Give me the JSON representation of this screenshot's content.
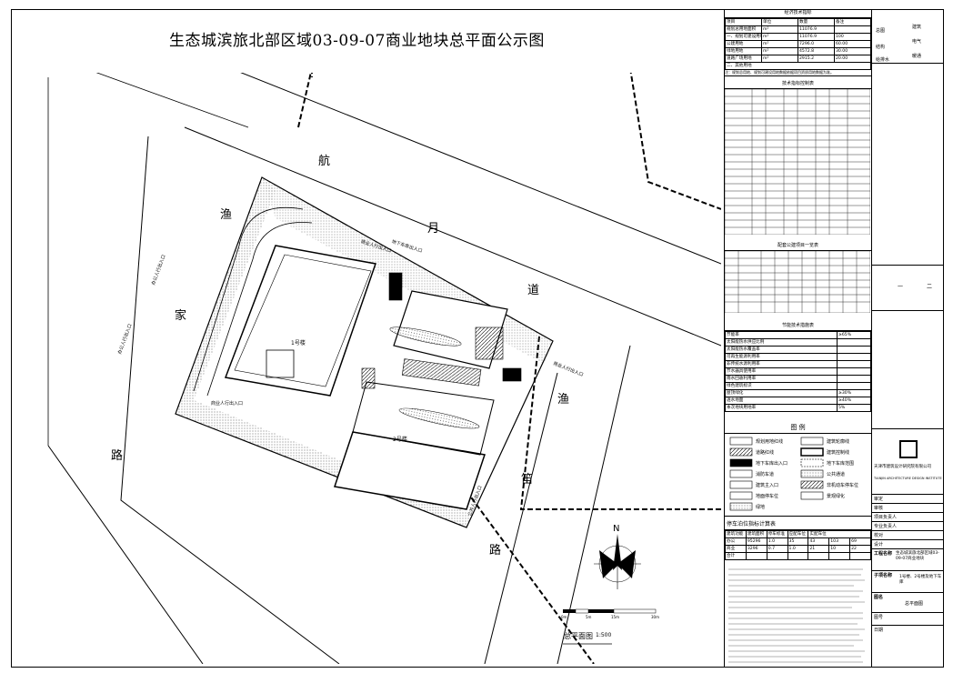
{
  "title": "生态城滨旅北部区域03-09-07商业地块总平面公示图",
  "plan": {
    "roads": [
      "航",
      "月",
      "道",
      "渔",
      "家",
      "路",
      "渔",
      "笛",
      "路"
    ],
    "building_1": "1号楼",
    "building_2": "2号楼",
    "scale_label": "总平面图",
    "scale_ratio": "1:500",
    "north": "N",
    "scale_ticks": [
      "0m",
      "5m",
      "15m",
      "30m"
    ],
    "labels": {
      "entrance_1": "办公人行出入口",
      "entrance_2": "办公人行出入口",
      "entrance_3": "商业人行出入口",
      "entrance_4": "商业人行出入口",
      "entrance_5": "公共人行出入口",
      "entrance_6": "商业人行出入口",
      "vehicle": "地下车库出入口"
    }
  },
  "econ": {
    "title": "经济技术指标",
    "header": [
      "项目",
      "单位",
      "数量",
      "备注"
    ],
    "rows": [
      [
        "规划总用地面积",
        "m²",
        "11076.9",
        ""
      ],
      [
        "一、规划可建设用地(ΣZ)",
        "m²",
        "11076.9",
        "100"
      ],
      [
        "其中",
        "公建用地",
        "m²",
        "7296.0",
        "60.00"
      ],
      [
        "",
        "绿地用地",
        "m²",
        "4572.8",
        "30.00"
      ],
      [
        "",
        "道路广场用地",
        "m²",
        "2915.2",
        "20.00"
      ],
      [
        "二、其他用地",
        "",
        "",
        ""
      ]
    ],
    "note": "注：规划总用地、规划可建设用地数据依据项目资质用地数据为准。"
  },
  "tech": {
    "title": "技术指标控制表"
  },
  "parking": {
    "title": "配套公建项目一览表"
  },
  "energy": {
    "title": "节能技术措施表",
    "rows": [
      "节能率",
      "太阳能热水供应比例",
      "太阳能热水覆盖率",
      "可再生能源利用率",
      "非传统水源利用率",
      "节水器具使用率",
      "雨水回收利用率",
      "绿色建筑标识",
      "屋顶绿化",
      "透水地面",
      "本次地块用地率"
    ],
    "values": [
      "≥65%",
      "",
      "",
      "",
      "",
      "",
      "",
      "",
      "≥30%",
      "≥40%",
      "5%"
    ]
  },
  "legend": {
    "title": "图 例",
    "items": [
      "规划用地红线",
      "建筑轮廓线",
      "道路红线",
      "建筑控制线",
      "地下车库出入口",
      "地下车库范围",
      "消防车道",
      "公共通道",
      "建筑主入口",
      "非机动车停车位",
      "地面停车位",
      "景观绿化",
      "绿地"
    ]
  },
  "parking_calc": {
    "title": "停车泊位指标计算表",
    "header": [
      "建筑功能",
      "建筑面积",
      "停车标准",
      "应配车位",
      "实配车位"
    ],
    "rows": [
      [
        "办公",
        "95296",
        "1.0",
        "35",
        "43",
        "103",
        "69"
      ],
      [
        "商业",
        "3296",
        "0.7",
        "1.0",
        "21",
        "10",
        "22"
      ],
      [
        "合计",
        "",
        "",
        "",
        "",
        "",
        ""
      ]
    ]
  },
  "titleblock": {
    "company": "天津市建筑设计研究院有限公司",
    "company_en": "TIANJIN ARCHITECTURE DESIGN INSTITUTE",
    "labels": [
      "建筑",
      "电气",
      "结构",
      "暖通",
      "给排水",
      "总图"
    ],
    "project_label": "工程名称",
    "project": "生态城滨旅北部区域03-09-07商业地块",
    "item_label": "子项名称",
    "item": "1号楼、2号楼及地下车库",
    "drawing_label": "图名",
    "drawing": "总平面图",
    "stage": [
      "一",
      "二"
    ],
    "rows": [
      "审定",
      "审核",
      "项目负责人",
      "专业负责人",
      "校对",
      "设计",
      "图号",
      "日期"
    ]
  }
}
